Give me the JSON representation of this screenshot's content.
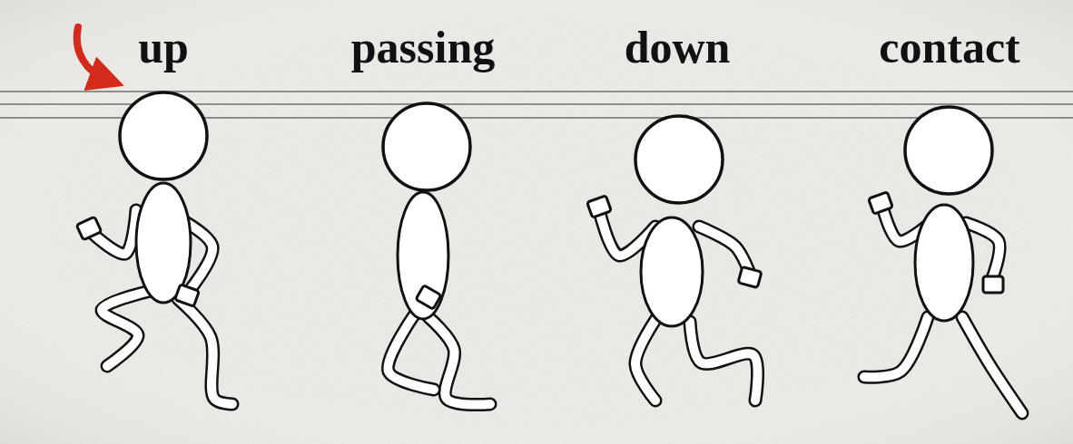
{
  "diagram": {
    "labels": [
      "up",
      "passing",
      "down",
      "contact"
    ]
  }
}
